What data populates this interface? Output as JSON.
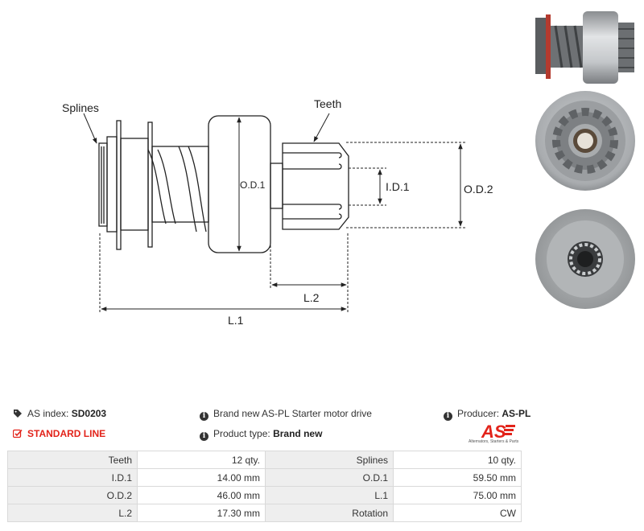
{
  "diagram_labels": {
    "splines": "Splines",
    "teeth": "Teeth",
    "od1": "O.D.1",
    "id1": "I.D.1",
    "od2": "O.D.2",
    "l2": "L.2",
    "l1": "L.1"
  },
  "info": {
    "as_index_label": "AS index:",
    "as_index_value": "SD0203",
    "standard_line": "STANDARD LINE",
    "description": "Brand new AS-PL Starter motor drive",
    "product_type_label": "Product type:",
    "product_type_value": "Brand new",
    "producer_label": "Producer:",
    "producer_value": "AS-PL"
  },
  "logo": {
    "text": "AS",
    "subtitle": "Alternators, Starters & Parts",
    "color": "#e2231a"
  },
  "specs": {
    "rows": [
      {
        "label1": "Teeth",
        "value1": "12 qty.",
        "label2": "Splines",
        "value2": "10 qty."
      },
      {
        "label1": "I.D.1",
        "value1": "14.00 mm",
        "label2": "O.D.1",
        "value2": "59.50 mm"
      },
      {
        "label1": "O.D.2",
        "value1": "46.00 mm",
        "label2": "L.1",
        "value2": "75.00 mm"
      },
      {
        "label1": "L.2",
        "value1": "17.30 mm",
        "label2": "Rotation",
        "value2": "CW"
      }
    ]
  }
}
